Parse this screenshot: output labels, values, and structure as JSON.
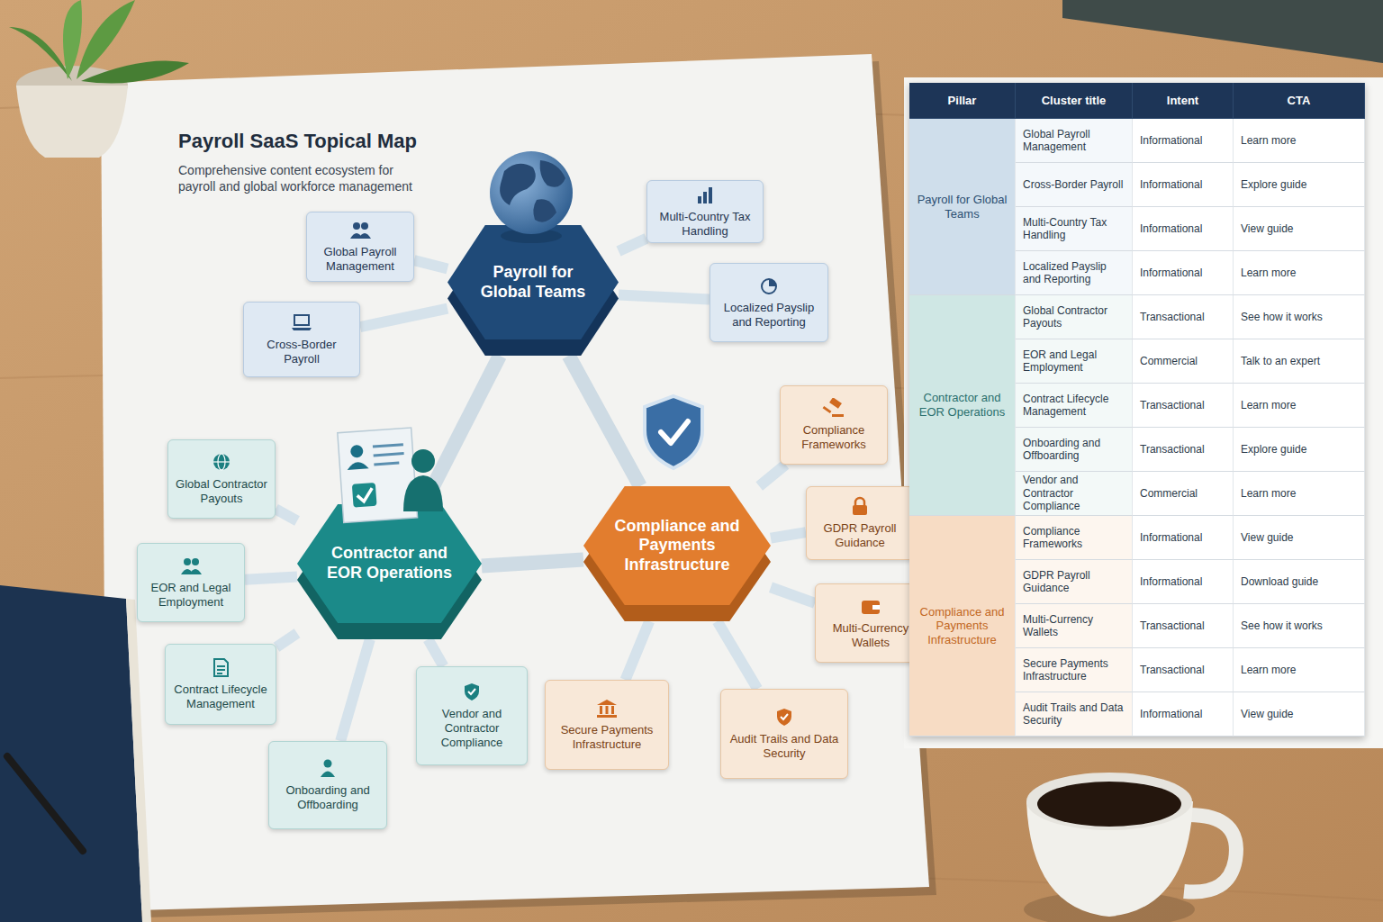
{
  "diagram": {
    "title": "Payroll SaaS Topical Map",
    "caption": "Comprehensive content ecosystem for payroll and global workforce management",
    "nodes": [
      {
        "text": [
          "Payroll for Global Teams"
        ]
      },
      {
        "text": [
          "Global Payroll Management"
        ]
      },
      {
        "text": [
          "Cross-Border Payroll"
        ]
      },
      {
        "text": [
          "Multi-Country Tax Handling"
        ]
      },
      {
        "text": [
          "Localized Payslip and Reporting"
        ]
      },
      {
        "text": [
          "Contractor and EOR Operations"
        ]
      },
      {
        "text": [
          "Global Contractor Payouts"
        ]
      },
      {
        "text": [
          "EOR and Legal Employment"
        ]
      },
      {
        "text": [
          "Contract Lifecycle Management"
        ]
      },
      {
        "text": [
          "Onboarding and Offboarding"
        ]
      },
      {
        "text": [
          "Vendor and Contractor Compliance"
        ]
      },
      {
        "text": [
          "Compliance and Payments Infrastructure"
        ]
      },
      {
        "text": [
          "Compliance Frameworks"
        ]
      },
      {
        "text": [
          "GDPR Payroll Guidance"
        ]
      },
      {
        "text": [
          "Multi-Currency Wallets"
        ]
      },
      {
        "text": [
          "Audit Trails and Data Security"
        ]
      },
      {
        "text": [
          "Secure Payments Infrastructure"
        ]
      }
    ],
    "edges": [
      {
        "from": 0,
        "to": 1,
        "arrow": "none"
      },
      {
        "from": 0,
        "to": 2,
        "arrow": "none"
      },
      {
        "from": 0,
        "to": 3,
        "arrow": "none"
      },
      {
        "from": 0,
        "to": 4,
        "arrow": "none"
      },
      {
        "from": 0,
        "to": 5,
        "arrow": "none"
      },
      {
        "from": 0,
        "to": 11,
        "arrow": "none"
      },
      {
        "from": 5,
        "to": 11,
        "arrow": "none"
      },
      {
        "from": 5,
        "to": 6,
        "arrow": "none"
      },
      {
        "from": 5,
        "to": 7,
        "arrow": "none"
      },
      {
        "from": 5,
        "to": 8,
        "arrow": "none"
      },
      {
        "from": 5,
        "to": 9,
        "arrow": "none"
      },
      {
        "from": 5,
        "to": 10,
        "arrow": "none"
      },
      {
        "from": 11,
        "to": 12,
        "arrow": "none"
      },
      {
        "from": 11,
        "to": 13,
        "arrow": "none"
      },
      {
        "from": 11,
        "to": 14,
        "arrow": "none"
      },
      {
        "from": 11,
        "to": 15,
        "arrow": "none"
      },
      {
        "from": 11,
        "to": 16,
        "arrow": "none"
      }
    ],
    "labels": [
      "Pillar",
      "Cluster title",
      "Intent",
      "CTA",
      "Payroll for Global Teams",
      "Global Payroll Management",
      "Informational",
      "Learn more",
      "Cross-Border Payroll",
      "Informational",
      "Explore guide",
      "Multi-Country Tax Handling",
      "Informational",
      "View guide",
      "Localized Payslip and Reporting",
      "Informational",
      "Learn more",
      "Contractor and EOR Operations",
      "Global Contractor Payouts",
      "Transactional",
      "See how it works",
      "EOR and Legal Employment",
      "Commercial",
      "Talk to an expert",
      "Contract Lifecycle Management",
      "Transactional",
      "Learn more",
      "Onboarding and Offboarding",
      "Transactional",
      "Explore guide",
      "Vendor and Contractor Compliance",
      "Commercial",
      "Learn more",
      "Compliance and Payments Infrastructure",
      "Compliance Frameworks",
      "Informational",
      "View guide",
      "GDPR Payroll Guidance",
      "Informational",
      "Download guide",
      "Multi-Currency Wallets",
      "Transactional",
      "See how it works",
      "Secure Payments Infrastructure",
      "Transactional",
      "Learn more",
      "Audit Trails and Data Security",
      "Informational",
      "View guide"
    ]
  }
}
